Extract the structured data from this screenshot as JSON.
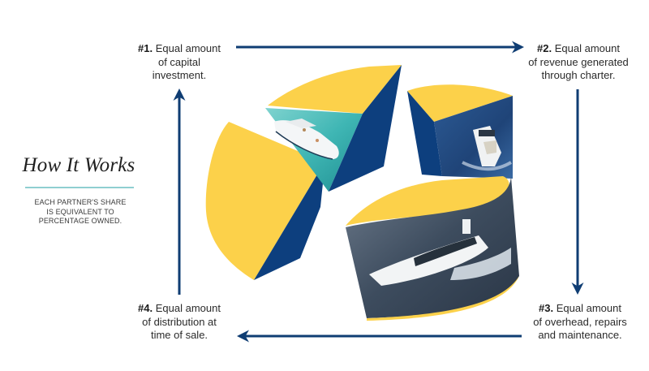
{
  "heading": {
    "title": "How It Works",
    "subtitle_lines": [
      "EACH PARTNER'S SHARE",
      "IS EQUIVALENT TO",
      "PERCENTAGE OWNED."
    ]
  },
  "steps": [
    {
      "number": "#1.",
      "lines": [
        "Equal amount",
        "of capital",
        "investment."
      ]
    },
    {
      "number": "#2.",
      "lines": [
        "Equal amount",
        "of revenue generated",
        "through charter."
      ]
    },
    {
      "number": "#3.",
      "lines": [
        "Equal amount",
        "of overhead, repairs",
        "and maintenance."
      ]
    },
    {
      "number": "#4.",
      "lines": [
        "Equal amount",
        "of distribution at",
        "time of sale."
      ]
    }
  ],
  "pie_pieces": [
    {
      "name": "left-wedge",
      "image": "none"
    },
    {
      "name": "top-wedge",
      "image": "speedboat-on-turquoise-water"
    },
    {
      "name": "right-wedge",
      "image": "yacht-on-deep-blue-sea"
    },
    {
      "name": "bottom-wedge",
      "image": "superyacht-cruising"
    }
  ],
  "colors": {
    "yellow": "#fcd14a",
    "navy": "#0d3f7e",
    "arrow": "#0f3d73",
    "rule": "#8fcfd1",
    "turquoise": "#3fb6b4",
    "sea": "#254c80"
  }
}
